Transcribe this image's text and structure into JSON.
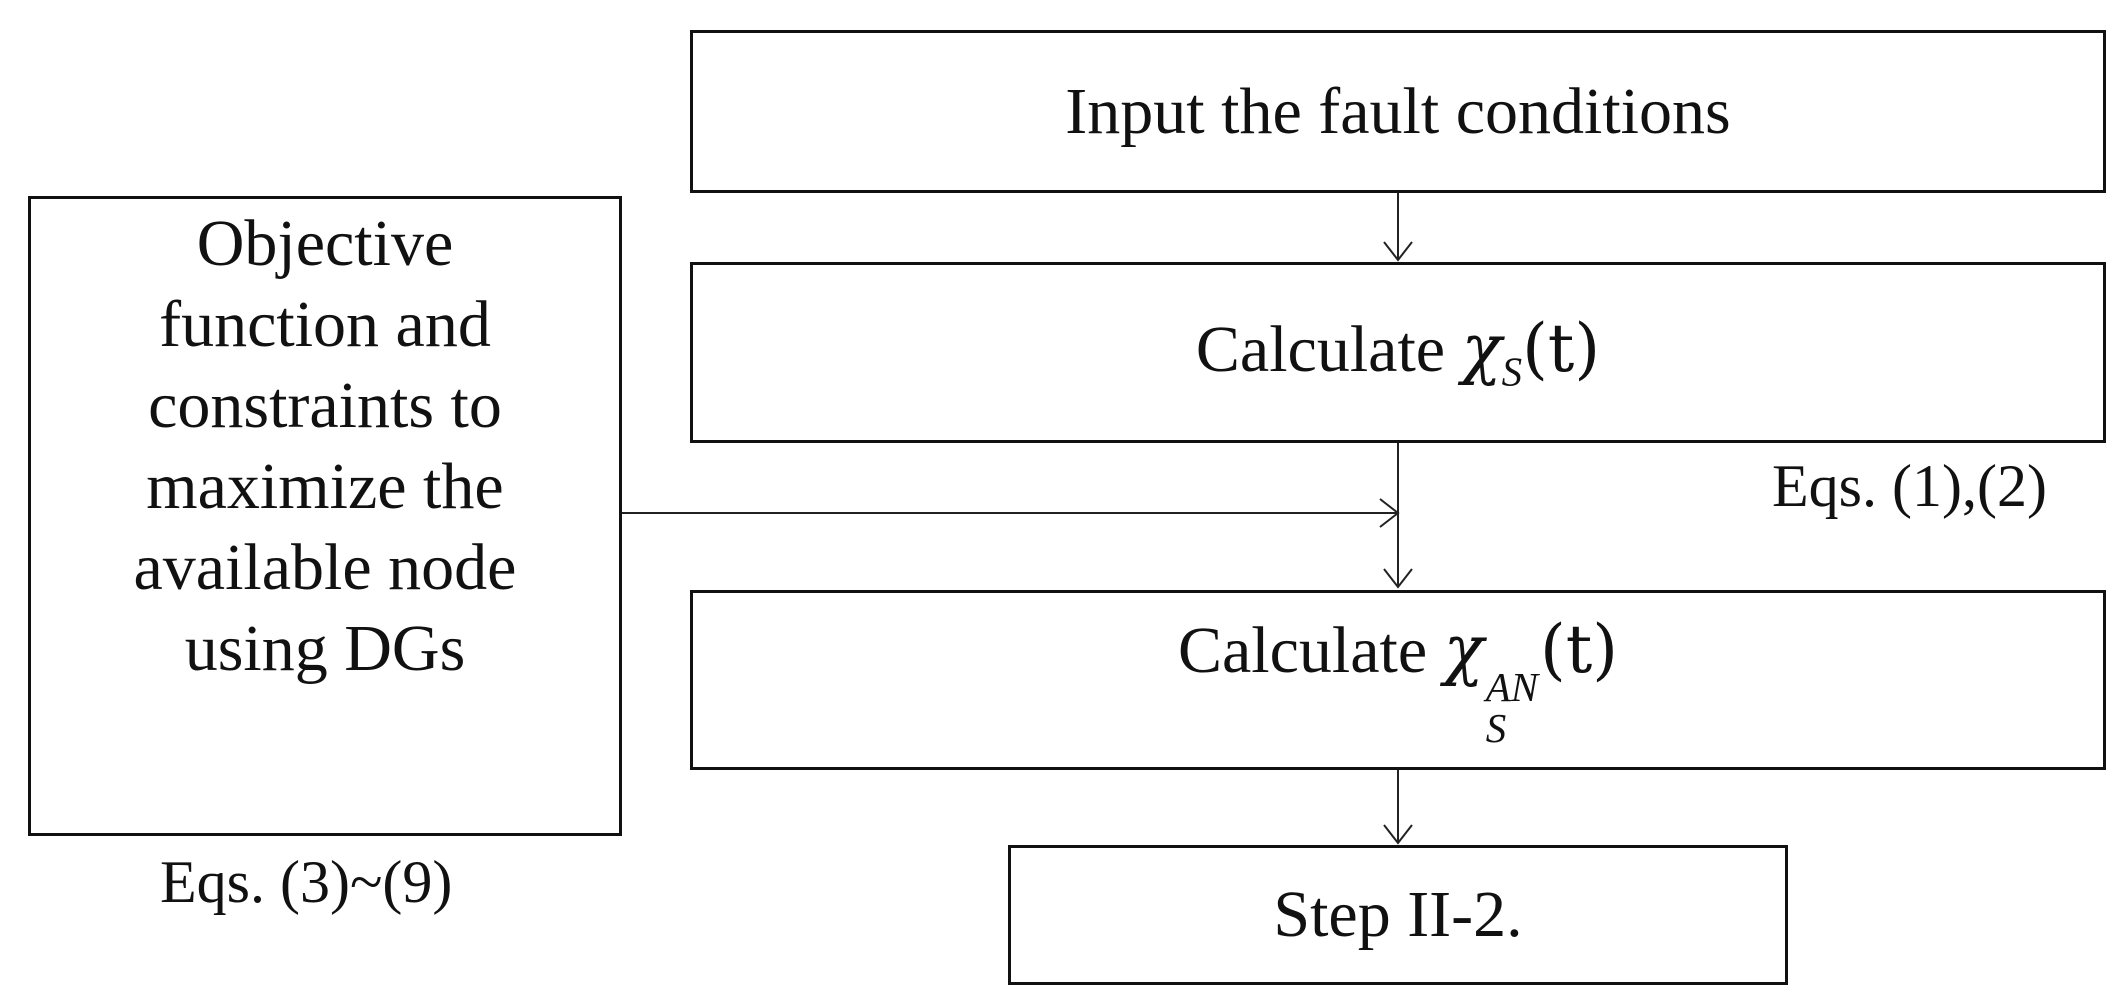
{
  "boxes": {
    "input": {
      "label": "Input the fault conditions"
    },
    "calc_xs": {
      "prefix": "Calculate ",
      "symbol": "χ",
      "subscript": "S",
      "argument": "(t)"
    },
    "calc_xs_an": {
      "prefix": "Calculate ",
      "symbol": "χ",
      "superscript": "AN",
      "subscript": "S",
      "argument": "(t)"
    },
    "step": {
      "label": "Step II-2."
    },
    "objective": {
      "lines": [
        "Objective",
        "function and",
        "constraints to",
        "maximize the",
        "available node",
        "using DGs"
      ]
    }
  },
  "notes": {
    "eqs_1_2": "Eqs. (1),(2)",
    "eqs_3_9": "Eqs. (3)~(9)"
  }
}
